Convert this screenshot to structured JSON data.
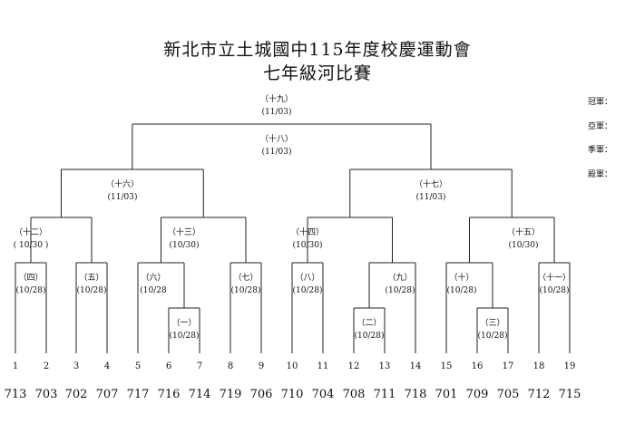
{
  "header": {
    "title": "新北市立土城國中115年度校慶運動會",
    "subtitle": "七年級河比賽"
  },
  "awards": [
    "冠軍：",
    "亞軍：",
    "季軍：",
    "殿軍："
  ],
  "teams": [
    {
      "seed": "1",
      "name": "713"
    },
    {
      "seed": "2",
      "name": "703"
    },
    {
      "seed": "3",
      "name": "702"
    },
    {
      "seed": "4",
      "name": "707"
    },
    {
      "seed": "5",
      "name": "717"
    },
    {
      "seed": "6",
      "name": "716"
    },
    {
      "seed": "7",
      "name": "714"
    },
    {
      "seed": "8",
      "name": "719"
    },
    {
      "seed": "9",
      "name": "706"
    },
    {
      "seed": "10",
      "name": "710"
    },
    {
      "seed": "11",
      "name": "704"
    },
    {
      "seed": "12",
      "name": "708"
    },
    {
      "seed": "13",
      "name": "711"
    },
    {
      "seed": "14",
      "name": "718"
    },
    {
      "seed": "15",
      "name": "701"
    },
    {
      "seed": "16",
      "name": "709"
    },
    {
      "seed": "17",
      "name": "705"
    },
    {
      "seed": "18",
      "name": "712"
    },
    {
      "seed": "19",
      "name": "715"
    }
  ],
  "matches": [
    {
      "id": "m1",
      "label": "（一）",
      "date": "(10/28)"
    },
    {
      "id": "m2",
      "label": "（二）",
      "date": "(10/28)"
    },
    {
      "id": "m3",
      "label": "（三）",
      "date": "(10/28)"
    },
    {
      "id": "m4",
      "label": "（四）",
      "date": "(10/28)"
    },
    {
      "id": "m5",
      "label": "（五）",
      "date": "(10/28)"
    },
    {
      "id": "m6",
      "label": "（六）",
      "date": "(10/28"
    },
    {
      "id": "m7",
      "label": "（七）",
      "date": "(10/28)"
    },
    {
      "id": "m8",
      "label": "（八）",
      "date": "(10/28)"
    },
    {
      "id": "m9",
      "label": "（九）",
      "date": "(10/28)"
    },
    {
      "id": "m10",
      "label": "（十）",
      "date": "(10/28)"
    },
    {
      "id": "m11",
      "label": "（十一）",
      "date": "(10/28)"
    },
    {
      "id": "m12",
      "label": "（十二）",
      "date": "( 10/30 )"
    },
    {
      "id": "m13",
      "label": "（十三）",
      "date": "(10/30)"
    },
    {
      "id": "m14",
      "label": "（十四）",
      "date": "(10/30)"
    },
    {
      "id": "m15",
      "label": "（十五）",
      "date": "(10/30)"
    },
    {
      "id": "m16",
      "label": "（十六）",
      "date": "(11/03)"
    },
    {
      "id": "m17",
      "label": "（十七）",
      "date": "(11/03)"
    },
    {
      "id": "m18",
      "label": "（十八）",
      "date": "(11/03)"
    },
    {
      "id": "m19",
      "label": "（十九）",
      "date": "(11/03)"
    }
  ]
}
